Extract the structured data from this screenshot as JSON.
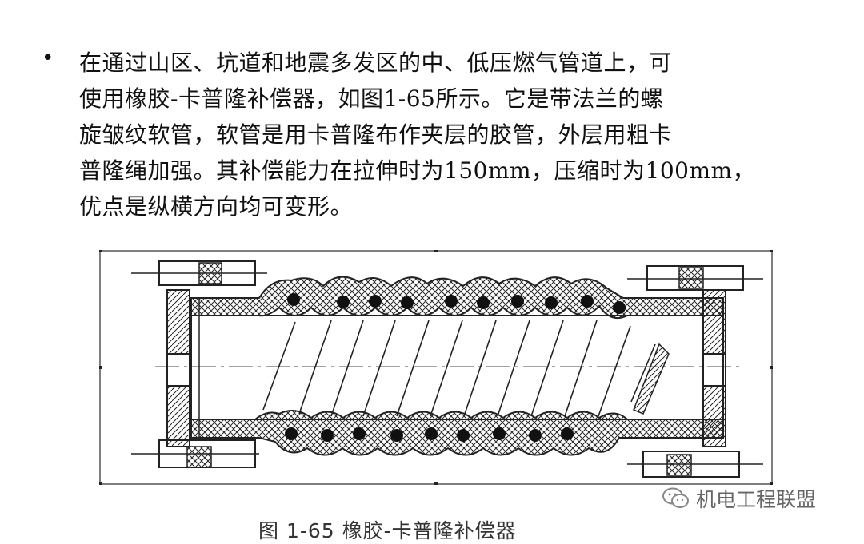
{
  "paragraph": {
    "bullet": "•",
    "lines": [
      "在通过山区、坑道和地震多发区的中、低压燃气管道上，可",
      "使用橡胶-卡普隆补偿器，如图1-65所示。它是带法兰的螺",
      "旋皱纹软管，软管是用卡普隆布作夹层的胶管，外层用粗卡",
      "普隆绳加强。其补偿能力在拉伸时为150mm，压缩时为100mm，",
      "优点是纵横方向均可变形。"
    ]
  },
  "figure": {
    "caption": "图 1-65 橡胶-卡普隆补偿器",
    "icon": "rubber-compensator-drawing"
  },
  "watermark": {
    "text": "机电工程联盟",
    "icon": "wechat-icon"
  }
}
